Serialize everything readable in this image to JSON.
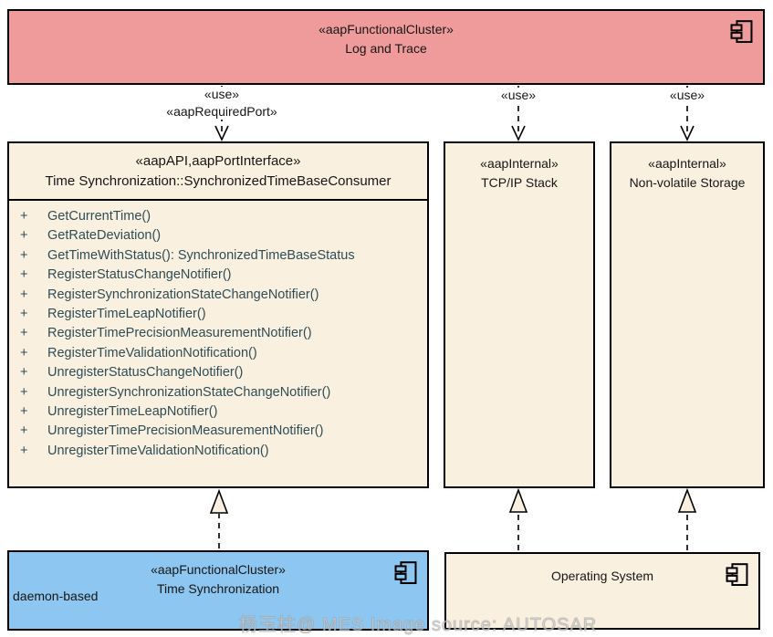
{
  "log_trace": {
    "stereotype": "«aapFunctionalCluster»",
    "name": "Log and Trace"
  },
  "consumer": {
    "stereotype": "«aapAPI,aapPortInterface»",
    "name": "Time Synchronization::SynchronizedTimeBaseConsumer",
    "visibility": "+",
    "methods": [
      "GetCurrentTime()",
      "GetRateDeviation()",
      "GetTimeWithStatus(): SynchronizedTimeBaseStatus",
      "RegisterStatusChangeNotifier()",
      "RegisterSynchronizationStateChangeNotifier()",
      "RegisterTimeLeapNotifier()",
      "RegisterTimePrecisionMeasurementNotifier()",
      "RegisterTimeValidationNotification()",
      "UnregisterStatusChangeNotifier()",
      "UnregisterSynchronizationStateChangeNotifier()",
      "UnregisterTimeLeapNotifier()",
      "UnregisterTimePrecisionMeasurementNotifier()",
      "UnregisterTimeValidationNotification()"
    ]
  },
  "tcpip_stack": {
    "stereotype": "«aapInternal»",
    "name": "TCP/IP Stack"
  },
  "nonvolatile_storage": {
    "stereotype": "«aapInternal»",
    "name": "Non-volatile Storage"
  },
  "time_sync": {
    "stereotype": "«aapFunctionalCluster»",
    "name": "Time Synchronization",
    "annotation": "daemon-based"
  },
  "operating_system": {
    "name": "Operating System"
  },
  "edge_labels": {
    "use": "«use»",
    "required_port": "«aapRequiredPort»"
  },
  "watermark": "杨玉柱@ MES Image source: AUTOSAR",
  "colors": {
    "functional_cluster_pink": "#f09b9b",
    "internal_beige": "#faf0e0",
    "functional_cluster_blue": "#8dc6f0",
    "border_black": "#000000",
    "method_text": "#2e4d57"
  }
}
